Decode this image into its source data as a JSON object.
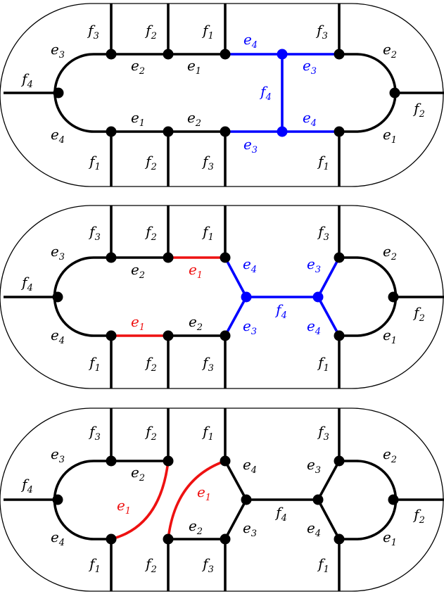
{
  "colors": {
    "black": "#000000",
    "blue": "#0000ff",
    "red": "#ee1111"
  },
  "panels": [
    {
      "name": "panel-1",
      "labels": [
        {
          "b": "f",
          "s": "3",
          "c": "black"
        },
        {
          "b": "f",
          "s": "2",
          "c": "black"
        },
        {
          "b": "f",
          "s": "1",
          "c": "black"
        },
        {
          "b": "e",
          "s": "4",
          "c": "blue"
        },
        {
          "b": "f",
          "s": "3",
          "c": "black"
        },
        {
          "b": "e",
          "s": "3",
          "c": "black"
        },
        {
          "b": "e",
          "s": "2",
          "c": "black"
        },
        {
          "b": "e",
          "s": "2",
          "c": "black"
        },
        {
          "b": "e",
          "s": "1",
          "c": "black"
        },
        {
          "b": "e",
          "s": "3",
          "c": "blue"
        },
        {
          "b": "f",
          "s": "4",
          "c": "black"
        },
        {
          "b": "f",
          "s": "4",
          "c": "blue"
        },
        {
          "b": "f",
          "s": "2",
          "c": "black"
        },
        {
          "b": "e",
          "s": "1",
          "c": "black"
        },
        {
          "b": "e",
          "s": "2",
          "c": "black"
        },
        {
          "b": "e",
          "s": "4",
          "c": "blue"
        },
        {
          "b": "e",
          "s": "4",
          "c": "black"
        },
        {
          "b": "e",
          "s": "3",
          "c": "blue"
        },
        {
          "b": "e",
          "s": "1",
          "c": "black"
        },
        {
          "b": "f",
          "s": "1",
          "c": "black"
        },
        {
          "b": "f",
          "s": "2",
          "c": "black"
        },
        {
          "b": "f",
          "s": "3",
          "c": "black"
        },
        {
          "b": "f",
          "s": "1",
          "c": "black"
        }
      ]
    },
    {
      "name": "panel-2",
      "labels": [
        {
          "b": "f",
          "s": "3",
          "c": "black"
        },
        {
          "b": "f",
          "s": "2",
          "c": "black"
        },
        {
          "b": "f",
          "s": "1",
          "c": "black"
        },
        {
          "b": "f",
          "s": "3",
          "c": "black"
        },
        {
          "b": "e",
          "s": "3",
          "c": "black"
        },
        {
          "b": "e",
          "s": "4",
          "c": "blue"
        },
        {
          "b": "e",
          "s": "3",
          "c": "blue"
        },
        {
          "b": "e",
          "s": "2",
          "c": "black"
        },
        {
          "b": "e",
          "s": "2",
          "c": "black"
        },
        {
          "b": "e",
          "s": "1",
          "c": "red"
        },
        {
          "b": "f",
          "s": "4",
          "c": "black"
        },
        {
          "b": "f",
          "s": "4",
          "c": "blue"
        },
        {
          "b": "f",
          "s": "2",
          "c": "black"
        },
        {
          "b": "e",
          "s": "1",
          "c": "red"
        },
        {
          "b": "e",
          "s": "2",
          "c": "black"
        },
        {
          "b": "e",
          "s": "4",
          "c": "black"
        },
        {
          "b": "e",
          "s": "3",
          "c": "blue"
        },
        {
          "b": "e",
          "s": "4",
          "c": "blue"
        },
        {
          "b": "e",
          "s": "1",
          "c": "black"
        },
        {
          "b": "f",
          "s": "1",
          "c": "black"
        },
        {
          "b": "f",
          "s": "2",
          "c": "black"
        },
        {
          "b": "f",
          "s": "3",
          "c": "black"
        },
        {
          "b": "f",
          "s": "1",
          "c": "black"
        }
      ]
    },
    {
      "name": "panel-3",
      "labels": [
        {
          "b": "f",
          "s": "3",
          "c": "black"
        },
        {
          "b": "f",
          "s": "2",
          "c": "black"
        },
        {
          "b": "f",
          "s": "1",
          "c": "black"
        },
        {
          "b": "f",
          "s": "3",
          "c": "black"
        },
        {
          "b": "e",
          "s": "3",
          "c": "black"
        },
        {
          "b": "e",
          "s": "2",
          "c": "black"
        },
        {
          "b": "e",
          "s": "4",
          "c": "black"
        },
        {
          "b": "e",
          "s": "3",
          "c": "black"
        },
        {
          "b": "e",
          "s": "2",
          "c": "black"
        },
        {
          "b": "f",
          "s": "4",
          "c": "black"
        },
        {
          "b": "e",
          "s": "1",
          "c": "red"
        },
        {
          "b": "e",
          "s": "1",
          "c": "red"
        },
        {
          "b": "f",
          "s": "4",
          "c": "black"
        },
        {
          "b": "f",
          "s": "2",
          "c": "black"
        },
        {
          "b": "e",
          "s": "2",
          "c": "black"
        },
        {
          "b": "e",
          "s": "3",
          "c": "black"
        },
        {
          "b": "e",
          "s": "4",
          "c": "black"
        },
        {
          "b": "e",
          "s": "4",
          "c": "black"
        },
        {
          "b": "e",
          "s": "1",
          "c": "black"
        },
        {
          "b": "f",
          "s": "1",
          "c": "black"
        },
        {
          "b": "f",
          "s": "2",
          "c": "black"
        },
        {
          "b": "f",
          "s": "3",
          "c": "black"
        },
        {
          "b": "f",
          "s": "1",
          "c": "black"
        }
      ]
    }
  ]
}
